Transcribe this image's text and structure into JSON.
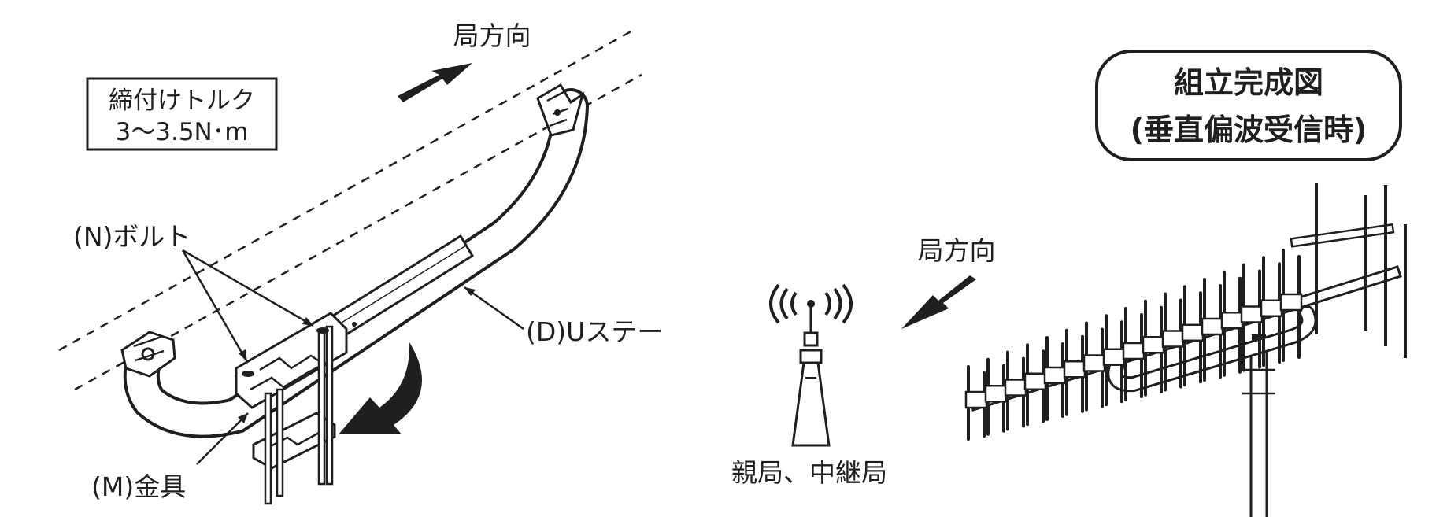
{
  "colors": {
    "ink": "#1f1f1f",
    "paper": "#ffffff"
  },
  "left": {
    "direction_label": "局方向",
    "torque": {
      "line1": "締付けトルク",
      "line2": "3～3.5N･m"
    },
    "bolt_label": "(N)ボルト",
    "stay_label": "(D)Uステー",
    "bracket_label": "(M)金具"
  },
  "right": {
    "title": {
      "line1": "組立完成図",
      "line2": "(垂直偏波受信時)"
    },
    "direction_label": "局方向",
    "station_label": "親局、中継局",
    "tower_icon": "broadcast-tower-icon"
  }
}
